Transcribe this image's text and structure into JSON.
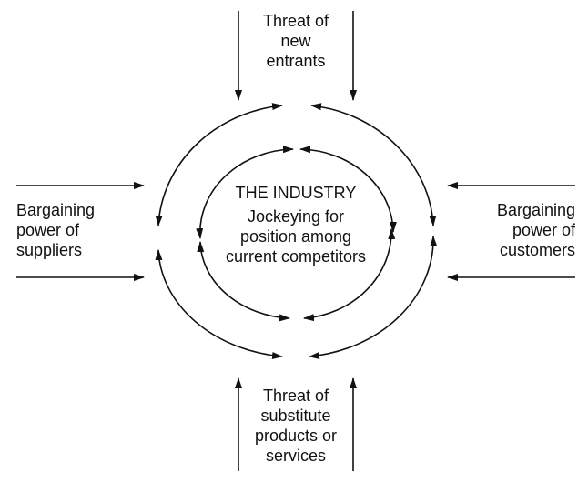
{
  "top": {
    "lines": [
      "Threat of",
      "new",
      "entrants"
    ]
  },
  "left": {
    "lines": [
      "Bargaining",
      "power of",
      "suppliers"
    ]
  },
  "right": {
    "lines": [
      "Bargaining",
      "power of",
      "customers"
    ]
  },
  "bottom": {
    "lines": [
      "Threat of",
      "substitute",
      "products or",
      "services"
    ]
  },
  "core": {
    "title": "THE INDUSTRY",
    "lines": [
      "Jockeying for",
      "position among",
      "current competitors"
    ]
  }
}
